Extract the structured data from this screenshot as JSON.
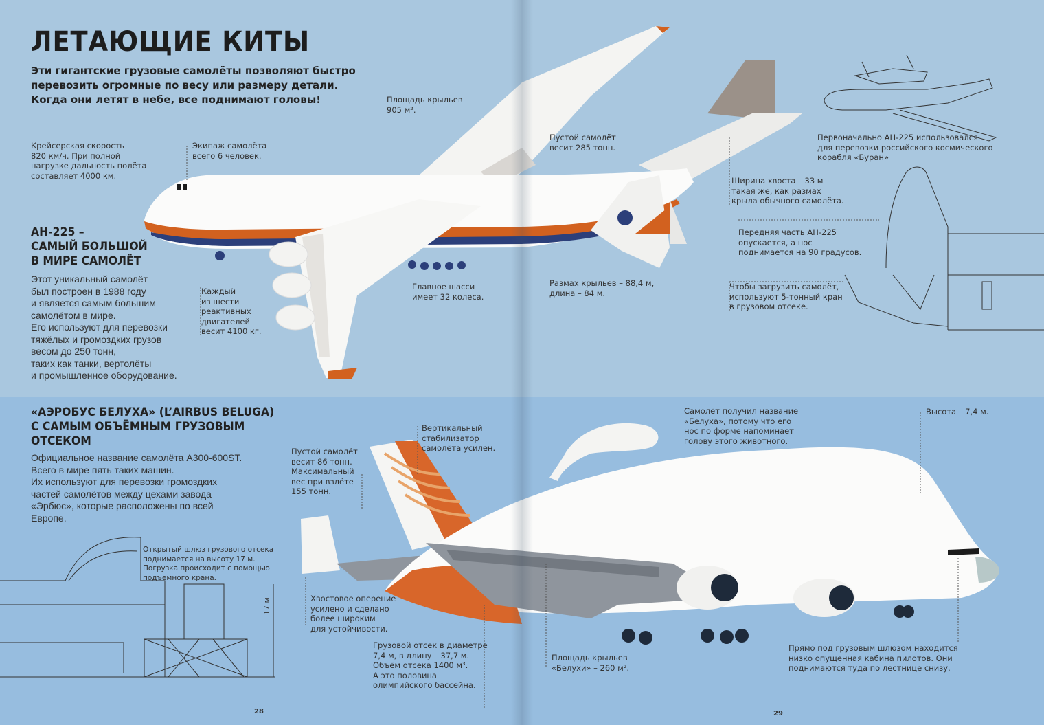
{
  "page_left": {
    "title": "ЛЕТАЮЩИЕ КИТЫ",
    "lead": "Эти гигантские грузовые самолёты позволяют быстро\nперевозить огромные по весу или размеру детали.\nКогда они летят в небе, все поднимают головы!",
    "an225": {
      "heading": "АН-225 –\nСАМЫЙ БОЛЬШОЙ\nВ МИРЕ САМОЛЁТ",
      "body": "Этот уникальный самолёт\nбыл построен в 1988 году\nи является самым большим\nсамолётом в мире.\nЕго используют для перевозки\nтяжёлых и громоздких грузов\nвесом до 250 тонн,\nтаких как танки, вертолёты\nи промышленное оборудование.",
      "notes": {
        "speed": "Крейсерская скорость –\n820 км/ч. При полной\nнагрузке дальность полёта\nсоставляет 4000 км.",
        "crew": "Экипаж самолёта\nвсего 6 человек.",
        "wing_area": "Площадь крыльев –\n905 м².",
        "engines": "Каждый\nиз шести\nреактивных\nдвигателей\nвесит 4100 кг.",
        "gear": "Главное шасси\nимеет 32 колеса."
      }
    },
    "beluga": {
      "heading": "«АЭРОБУС БЕЛУХА» (L’AIRBUS BELUGA)\nС САМЫМ ОБЪЁМНЫМ ГРУЗОВЫМ\nОТСЕКОМ",
      "body": "Официальное название самолёта А300-600ST.\nВсего в мире пять таких машин.\nИх используют для перевозки громоздких\nчастей самолётов между цехами завода\n«Эрбюс», которые расположены по всей\nЕвропе.",
      "notes": {
        "empty": "Пустой самолёт\nвесит 86 тонн.\nМаксимальный\nвес при взлёте –\n155 тонн.",
        "stabilizer": "Вертикальный\nстабилизатор\nсамолёта усилен.",
        "hatch": "Открытый шлюз грузового отсека\nподнимается на высоту 17 м.\nПогрузка происходит с помощью\nподъёмного крана.",
        "height_17": "17 м",
        "tail": "Хвостовое оперение\nусилено и сделано\nболее широким\nдля устойчивости.",
        "cargo": "Грузовой отсек в диаметре\n7,4 м, в длину – 37,7 м.\nОбъём отсека 1400 м³.\nА это половина\nолимпийского бассейна."
      }
    },
    "page_number": "28"
  },
  "page_right": {
    "an225_notes": {
      "empty": "Пустой самолёт\nвесит 285 тонн.",
      "span": "Размах крыльев – 88,4 м,\nдлина – 84 м.",
      "buran": "Первоначально АН-225 использовался\nдля перевозки российского космического\nкорабля «Буран»",
      "tail": "Ширина хвоста – 33 м –\nтакая же, как размах\nкрыла обычного самолёта.",
      "nose": "Передняя часть АН-225\nопускается, а нос\nподнимается на 90 градусов.",
      "crane": "Чтобы загрузить самолёт,\nиспользуют 5-тонный кран\nв грузовом отсеке."
    },
    "beluga_notes": {
      "name": "Самолёт получил название\n«Белуха», потому что его\nнос по форме напоминает\nголову этого животного.",
      "height": "Высота – 7,4 м.",
      "wing": "Площадь крыльев\n«Белухи» – 260 м².",
      "cockpit": "Прямо под грузовым шлюзом находится\nнизко опущенная кабина пилотов. Они\nподнимаются туда по лестнице снизу."
    },
    "page_number": "29"
  },
  "colors": {
    "top_band": "#a9c7df",
    "bottom_band": "#97bddf",
    "stripe_orange": "#d2611f",
    "stripe_blue": "#2c3f7a",
    "beluga_tail": "#d8662a"
  }
}
